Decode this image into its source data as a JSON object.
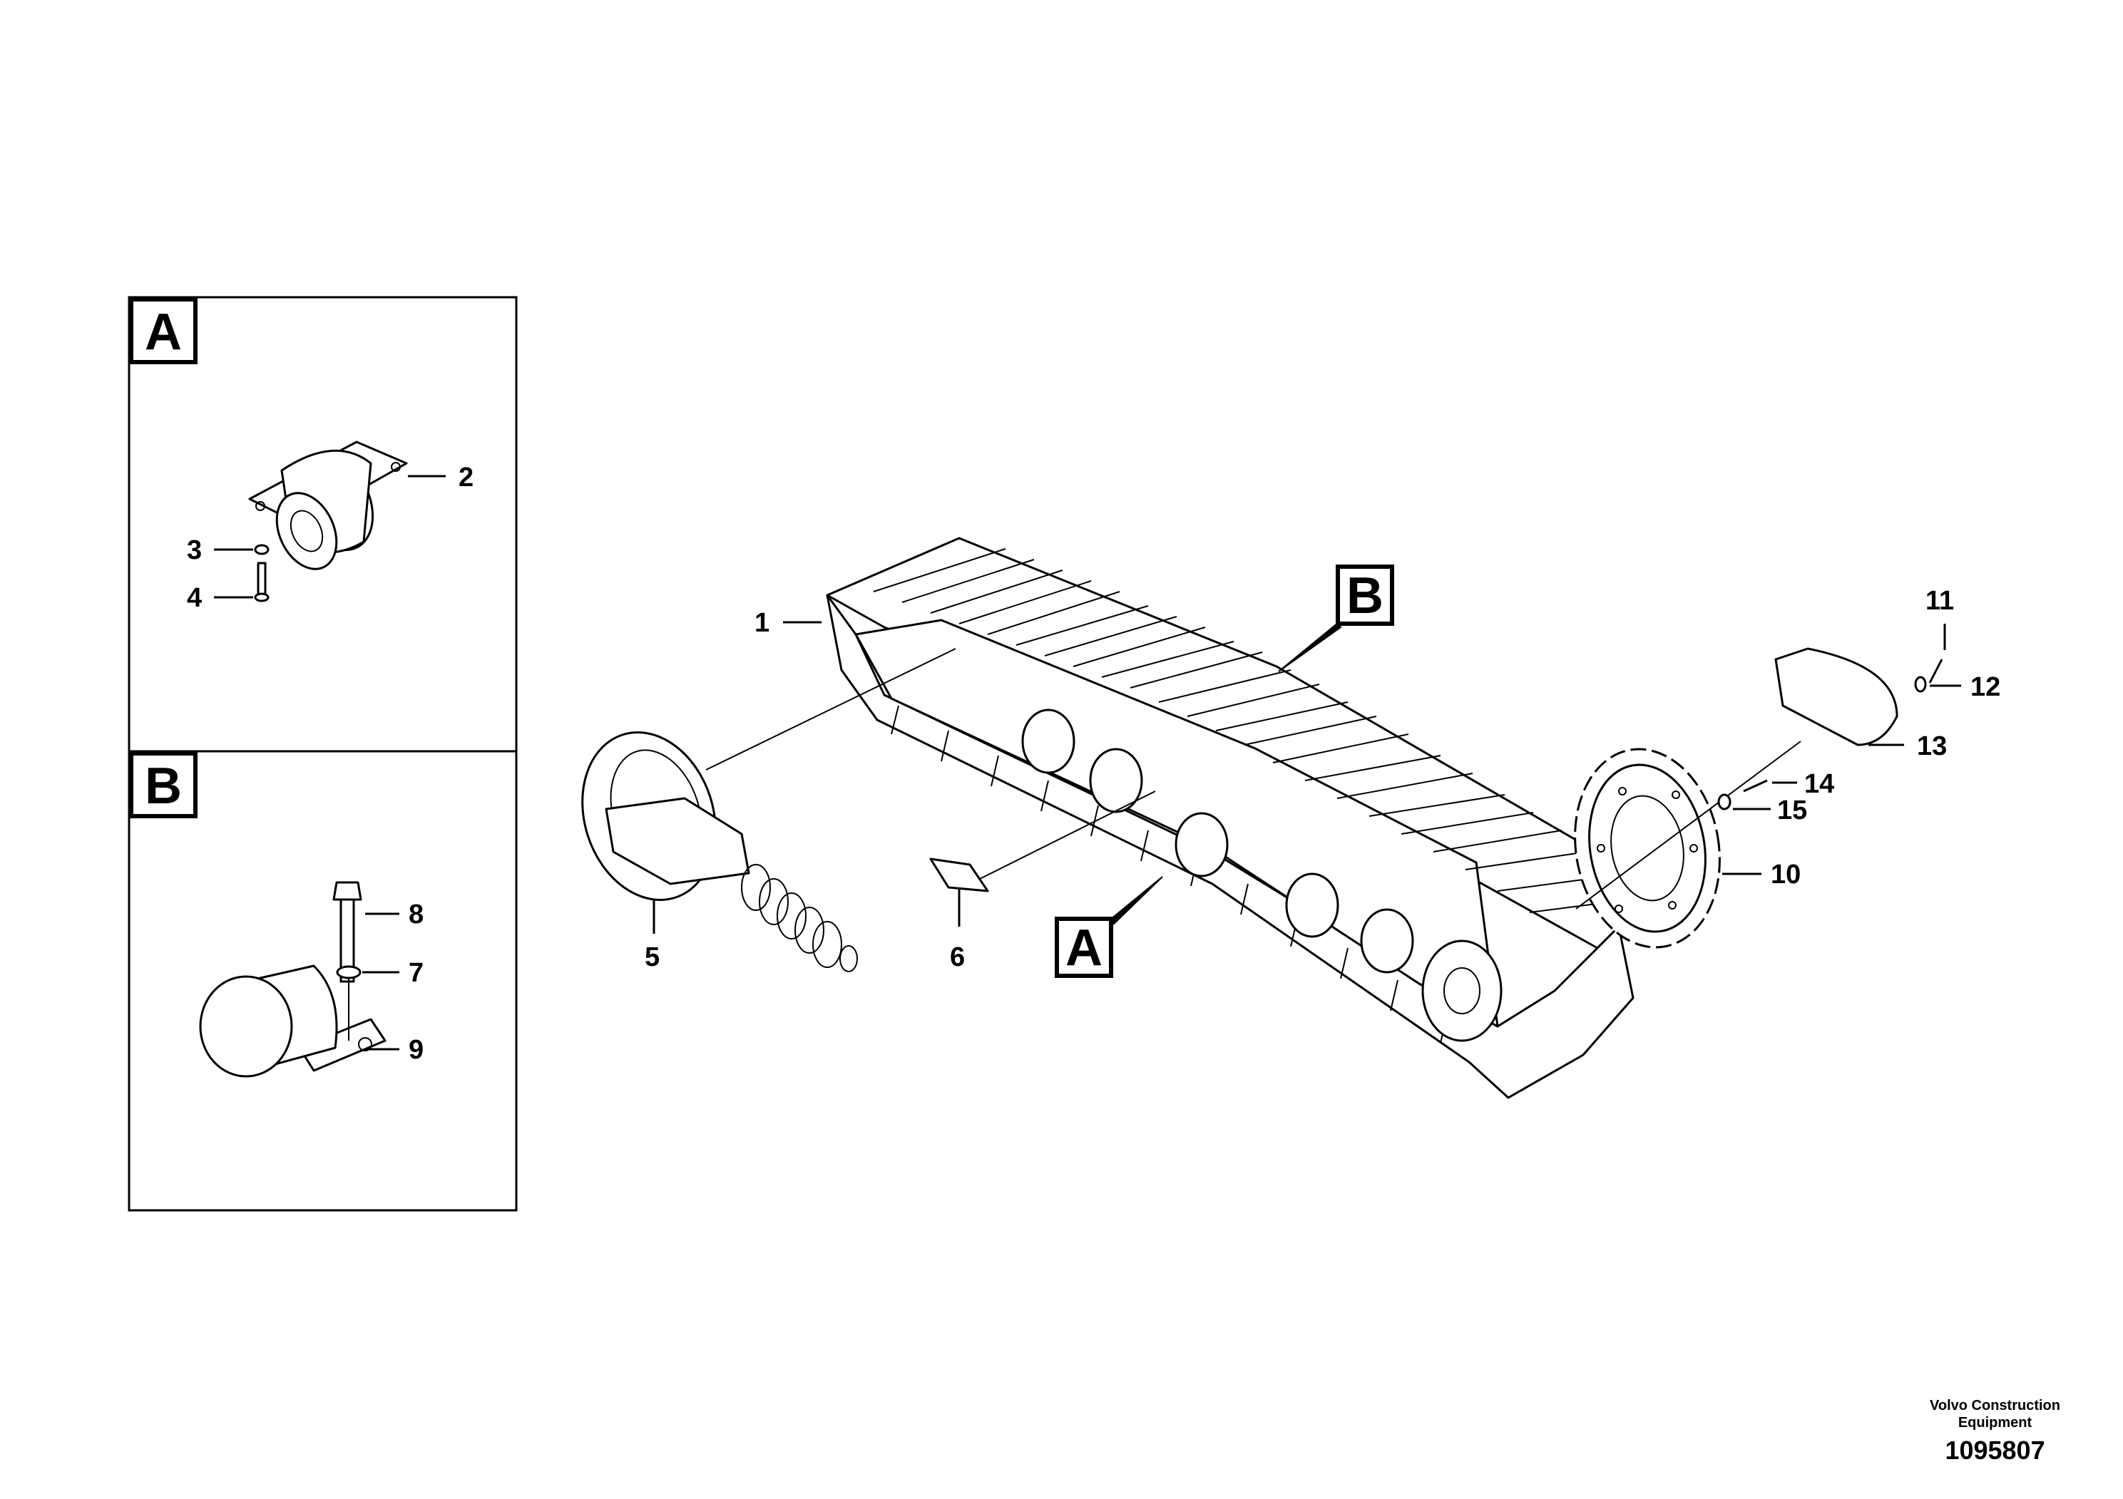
{
  "detail_panels": [
    {
      "letter": "A"
    },
    {
      "letter": "B"
    }
  ],
  "callouts": {
    "A": "A",
    "B": "B"
  },
  "labels": {
    "p1": "1",
    "p2": "2",
    "p3": "3",
    "p4": "4",
    "p5": "5",
    "p6": "6",
    "p7": "7",
    "p8": "8",
    "p9": "9",
    "p10": "10",
    "p11": "11",
    "p12": "12",
    "p13": "13",
    "p14": "14",
    "p15": "15"
  },
  "footer": {
    "company_line1": "Volvo Construction",
    "company_line2": "Equipment",
    "part_number": "1095807"
  }
}
